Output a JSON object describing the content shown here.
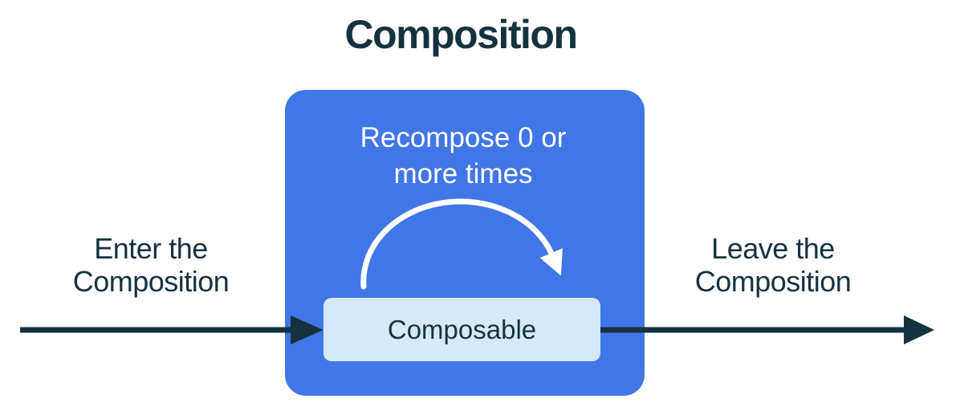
{
  "diagram": {
    "title": "Composition",
    "enter_label": "Enter the\nComposition",
    "leave_label": "Leave the\nComposition",
    "recompose_label": "Recompose 0 or\nmore times",
    "composable_label": "Composable"
  },
  "colors": {
    "background": "#FFFFFF",
    "composition_box": "#4176E6",
    "composable_box": "#D6E9FB",
    "arrow": "#16323F",
    "arc_arrow": "#FFFFFF",
    "text_dark": "#16323F",
    "text_light": "#FFFFFF"
  }
}
